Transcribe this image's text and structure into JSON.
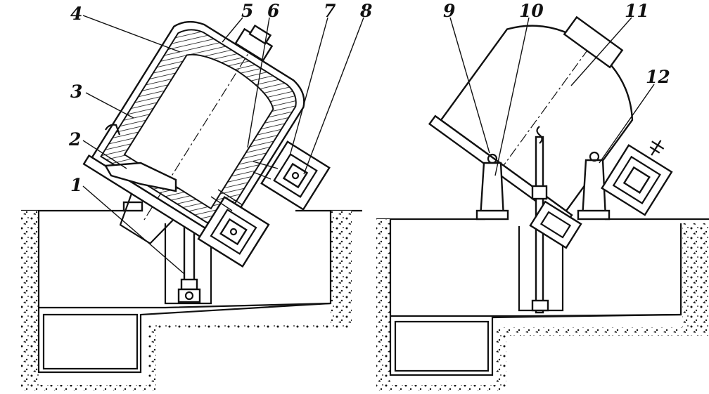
{
  "figure": {
    "ink_color": "#111111",
    "background_color": "#ffffff",
    "callouts": [
      {
        "id": "1",
        "label": "1"
      },
      {
        "id": "2",
        "label": "2"
      },
      {
        "id": "3",
        "label": "3"
      },
      {
        "id": "4",
        "label": "4"
      },
      {
        "id": "5",
        "label": "5"
      },
      {
        "id": "6",
        "label": "6"
      },
      {
        "id": "7",
        "label": "7"
      },
      {
        "id": "8",
        "label": "8"
      },
      {
        "id": "9",
        "label": "9"
      },
      {
        "id": "10",
        "label": "10"
      },
      {
        "id": "11",
        "label": "11"
      },
      {
        "id": "12",
        "label": "12"
      }
    ]
  }
}
